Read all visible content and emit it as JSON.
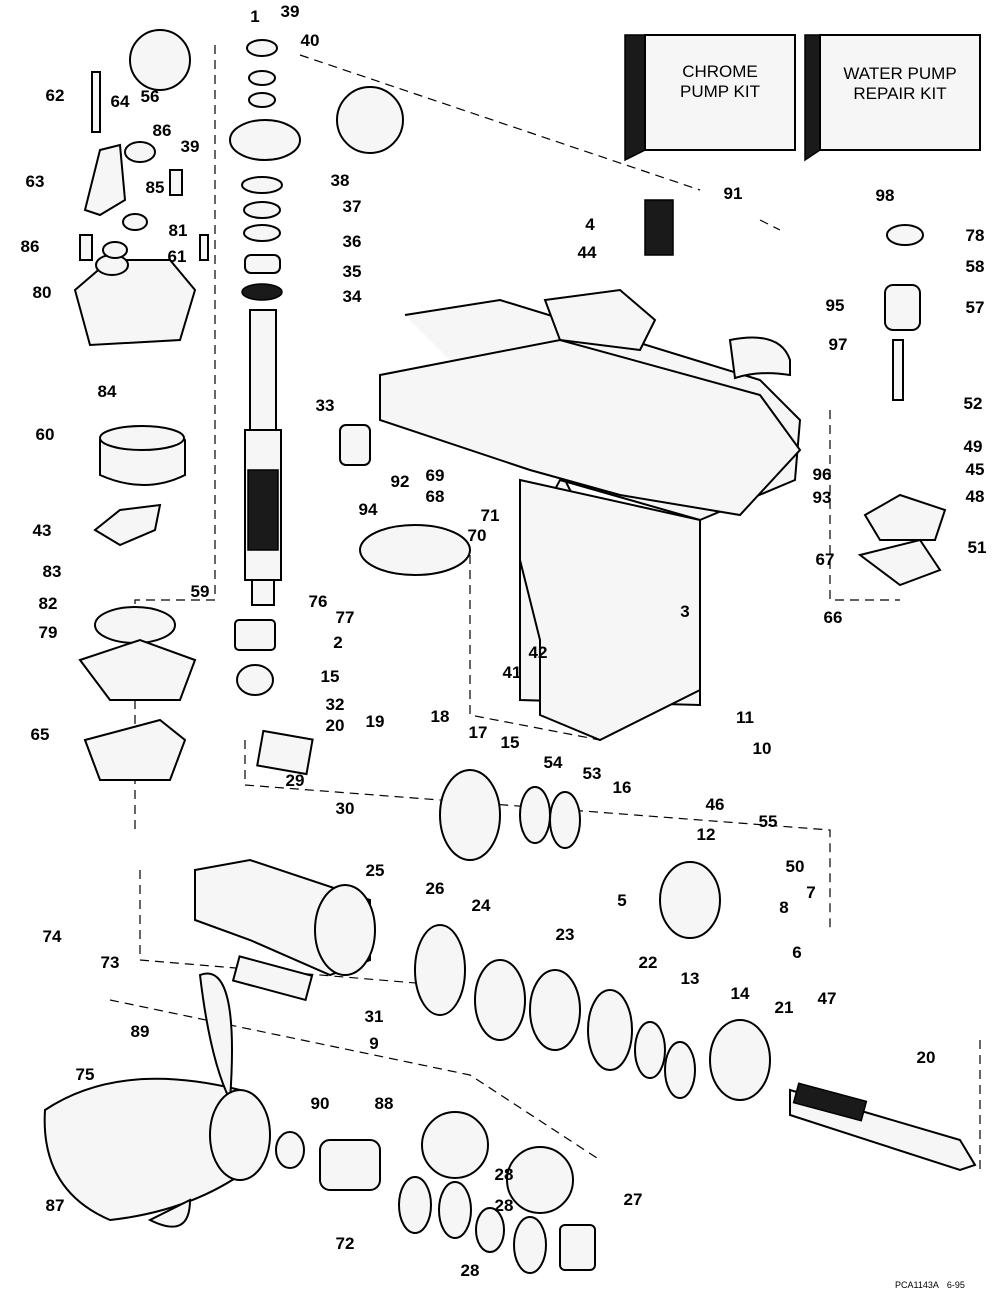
{
  "kits": [
    {
      "id": "chrome-pump-kit",
      "lines": [
        "CHROME",
        "PUMP KIT"
      ],
      "number": "91"
    },
    {
      "id": "water-pump-repair-kit",
      "lines": [
        "WATER PUMP",
        "REPAIR KIT"
      ],
      "number": "98"
    }
  ],
  "footer": {
    "code": "PCA1143A",
    "date": "6-95"
  },
  "callouts": [
    "1",
    "39",
    "40",
    "62",
    "64",
    "56",
    "86",
    "39",
    "38",
    "63",
    "85",
    "37",
    "36",
    "81",
    "86",
    "61",
    "35",
    "80",
    "34",
    "95",
    "57",
    "97",
    "84",
    "33",
    "52",
    "60",
    "92",
    "69",
    "96",
    "49",
    "45",
    "68",
    "93",
    "48",
    "94",
    "71",
    "43",
    "70",
    "67",
    "51",
    "83",
    "59",
    "76",
    "3",
    "82",
    "77",
    "66",
    "79",
    "42",
    "2",
    "41",
    "15",
    "32",
    "11",
    "65",
    "19",
    "18",
    "17",
    "20",
    "10",
    "15",
    "54",
    "53",
    "16",
    "46",
    "29",
    "12",
    "55",
    "30",
    "50",
    "25",
    "7",
    "26",
    "5",
    "8",
    "24",
    "74",
    "23",
    "6",
    "73",
    "22",
    "13",
    "14",
    "31",
    "21",
    "47",
    "20",
    "9",
    "89",
    "75",
    "90",
    "88",
    "28",
    "28",
    "87",
    "27",
    "72",
    "28",
    "91",
    "98",
    "4",
    "44",
    "78",
    "58"
  ]
}
